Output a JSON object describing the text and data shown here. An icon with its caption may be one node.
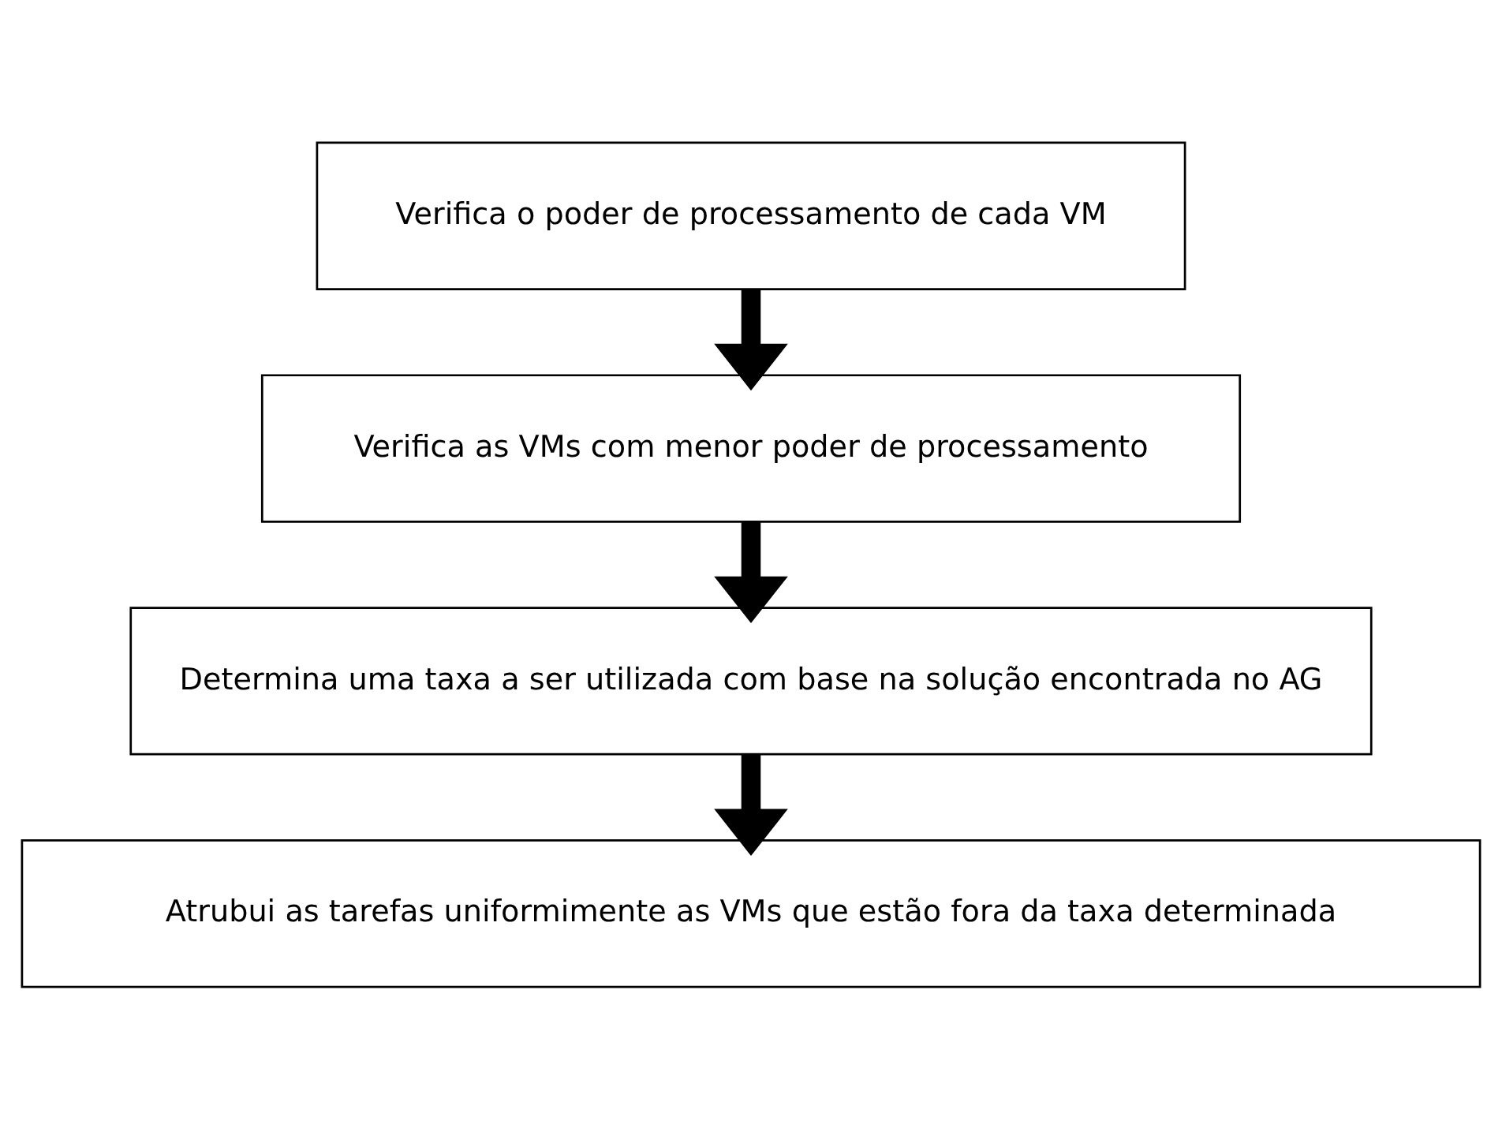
{
  "diagram": {
    "nodes": [
      {
        "text": [
          "Verifica o poder de processamento de cada VM"
        ]
      },
      {
        "text": [
          "Verifica as VMs com menor poder de processamento"
        ]
      },
      {
        "text": [
          "Determina uma taxa a ser utilizada com base na solução encontrada no AG"
        ]
      },
      {
        "text": [
          "Atrubui as tarefas uniformimente as VMs que estão fora da taxa determinada"
        ]
      }
    ],
    "edges": [
      {
        "from": 0,
        "to": 1,
        "arrow": "to"
      },
      {
        "from": 1,
        "to": 2,
        "arrow": "to"
      },
      {
        "from": 2,
        "to": 3,
        "arrow": "to"
      }
    ]
  }
}
